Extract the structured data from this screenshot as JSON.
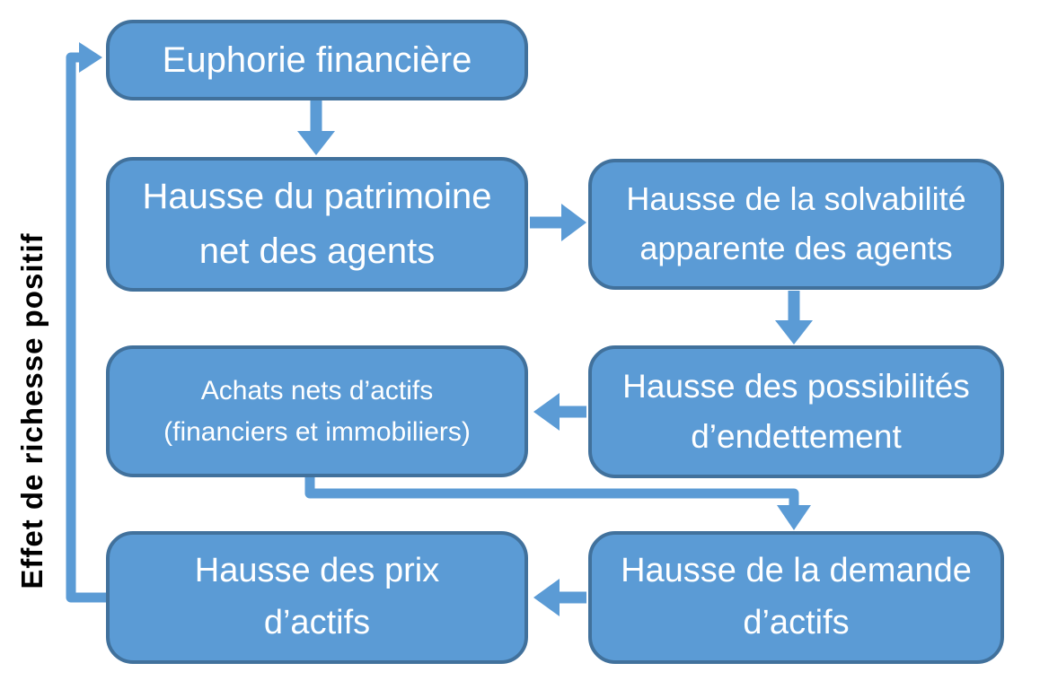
{
  "colors": {
    "box_fill": "#5b9bd5",
    "box_border": "#41719c",
    "arrow": "#5b9bd5",
    "box_text": "#ffffff",
    "loop_label_text": "#000000",
    "background": "#ffffff"
  },
  "loop_label": "Effet de richesse positif",
  "nodes": {
    "euphorie": {
      "lines": [
        "Euphorie financière"
      ]
    },
    "patrimoine": {
      "lines": [
        "Hausse du patrimoine",
        "net des agents"
      ]
    },
    "solvabilite": {
      "lines": [
        "Hausse de la solvabilité",
        "apparente des agents"
      ]
    },
    "achats": {
      "lines": [
        "Achats nets d’actifs",
        "(financiers et immobiliers)"
      ]
    },
    "endettement": {
      "lines": [
        "Hausse des possibilités",
        "d’endettement"
      ]
    },
    "demande": {
      "lines": [
        "Hausse de la demande",
        "d’actifs"
      ]
    },
    "prix": {
      "lines": [
        "Hausse des prix",
        "d’actifs"
      ]
    }
  },
  "edges": [
    {
      "from": "euphorie",
      "to": "patrimoine"
    },
    {
      "from": "patrimoine",
      "to": "solvabilite"
    },
    {
      "from": "solvabilite",
      "to": "endettement"
    },
    {
      "from": "endettement",
      "to": "achats"
    },
    {
      "from": "achats",
      "to": "demande"
    },
    {
      "from": "demande",
      "to": "prix"
    },
    {
      "from": "prix",
      "to": "euphorie",
      "label": "Effet de richesse positif"
    }
  ]
}
